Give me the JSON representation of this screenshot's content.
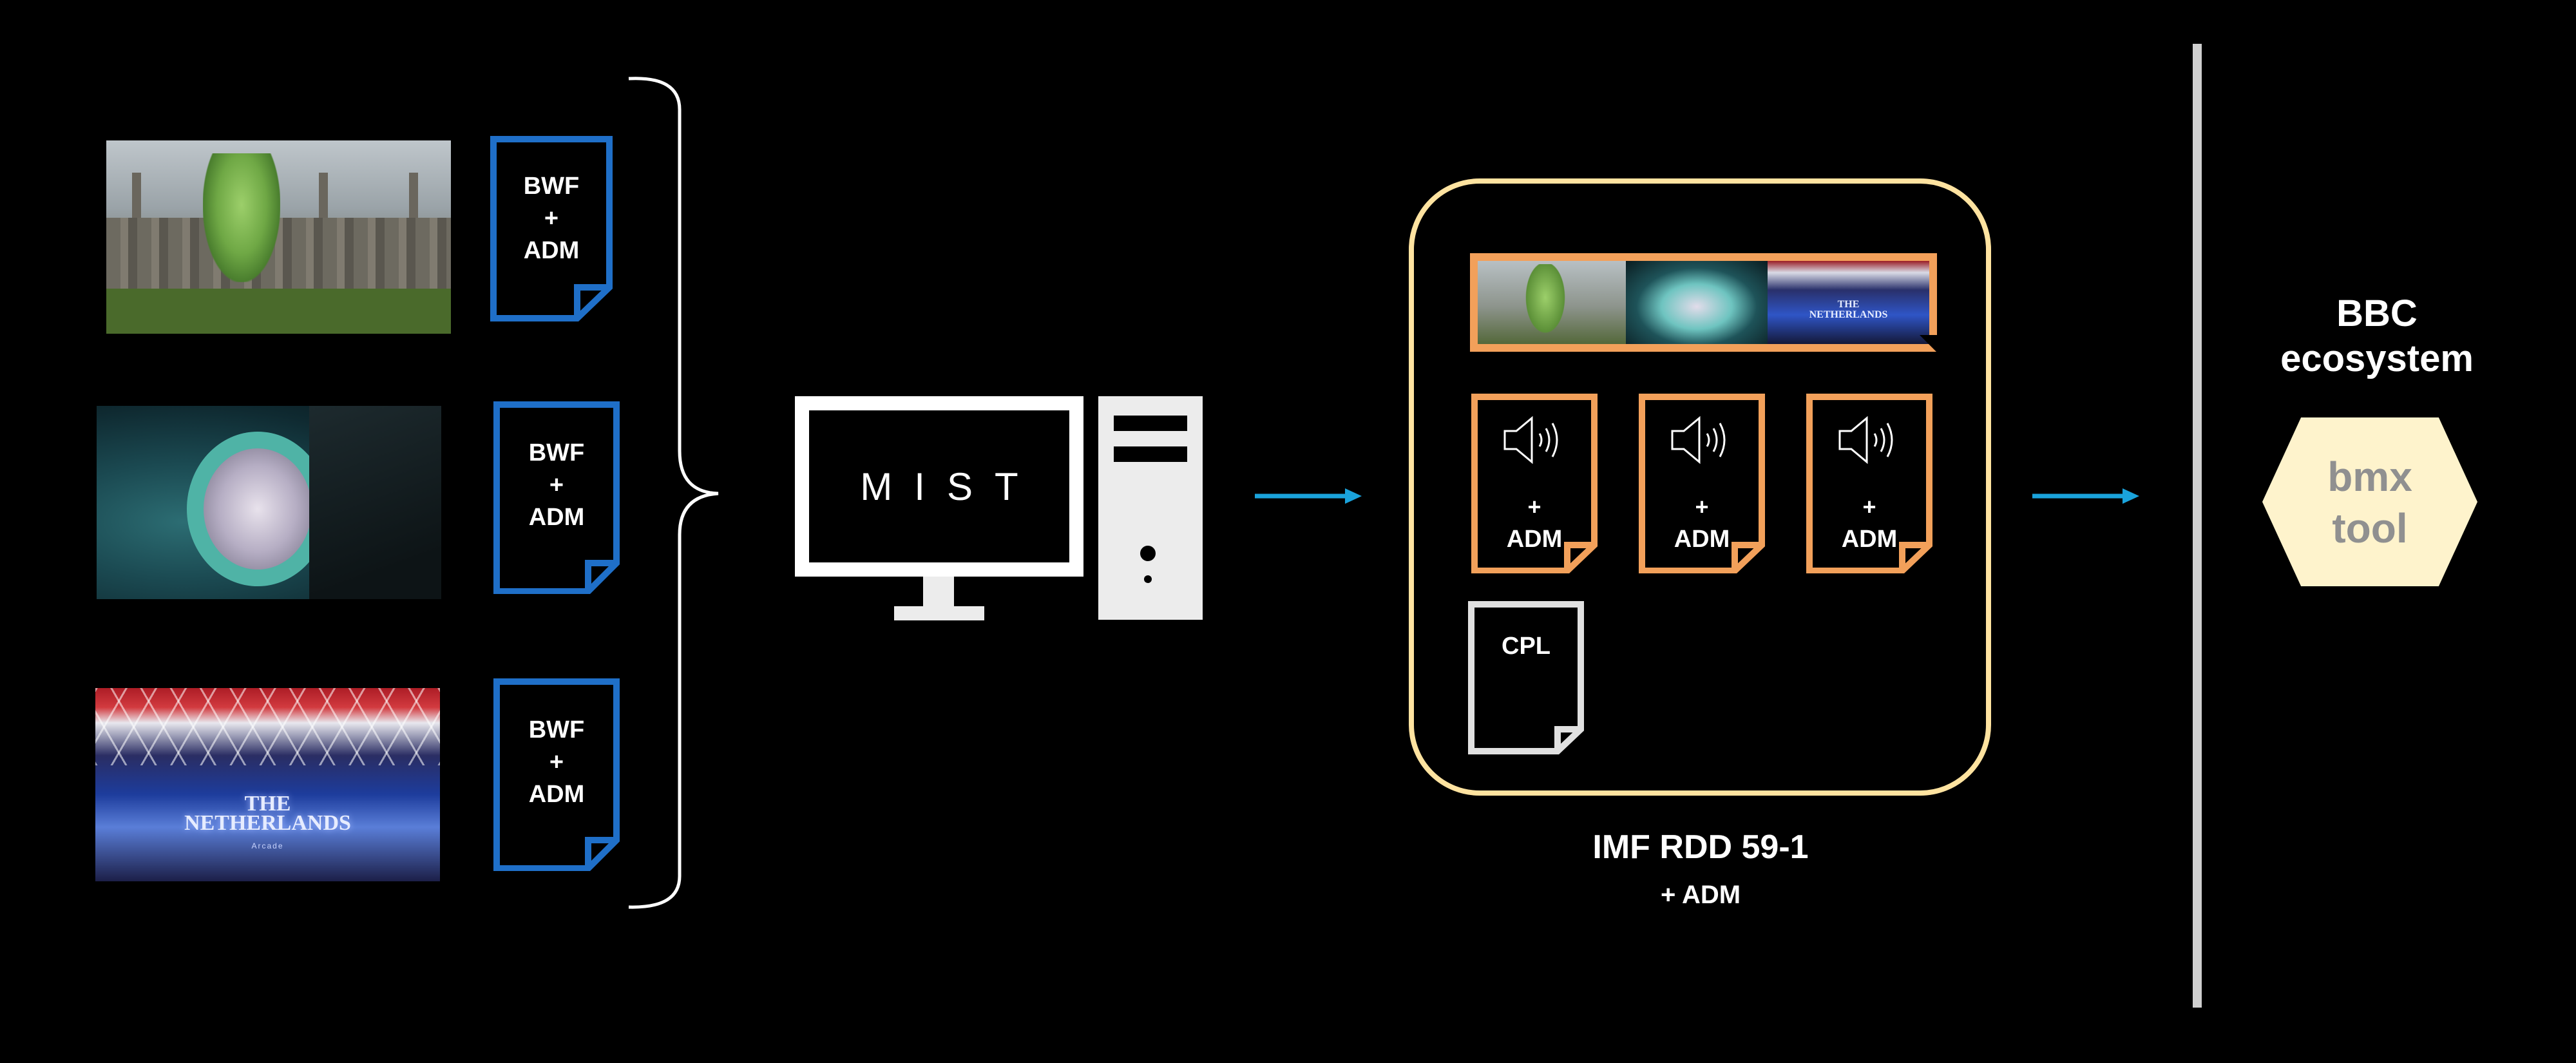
{
  "sources": [
    {
      "doc": {
        "line1": "BWF",
        "line2": "+",
        "line3": "ADM"
      }
    },
    {
      "doc": {
        "line1": "BWF",
        "line2": "+",
        "line3": "ADM"
      }
    },
    {
      "doc": {
        "line1": "BWF",
        "line2": "+",
        "line3": "ADM"
      }
    }
  ],
  "thumbnail3_logo": {
    "line1": "THE",
    "line2": "NETHERLANDS",
    "sub": "Arcade"
  },
  "computer": {
    "brand": "MIST"
  },
  "package": {
    "filmstrip_logo": {
      "line1": "THE",
      "line2": "NETHERLANDS"
    },
    "audio_files": [
      {
        "line1": "+",
        "line2": "ADM"
      },
      {
        "line1": "+",
        "line2": "ADM"
      },
      {
        "line1": "+",
        "line2": "ADM"
      }
    ],
    "cpl_label": "CPL",
    "title": "IMF RDD 59-1",
    "subtitle": "+ ADM"
  },
  "destination": {
    "title_line1": "BBC",
    "title_line2": "ecosystem",
    "tool_line1": "bmx",
    "tool_line2": "tool"
  },
  "colors": {
    "background": "#000000",
    "source_doc_border": "#1f6fc8",
    "package_border": "#ffe3a0",
    "audio_doc_border": "#f2a05a",
    "cpl_doc_border": "#e0e0e0",
    "arrow": "#1aa3dc",
    "hex_fill": "#fef3cc",
    "hex_text": "#909090"
  }
}
